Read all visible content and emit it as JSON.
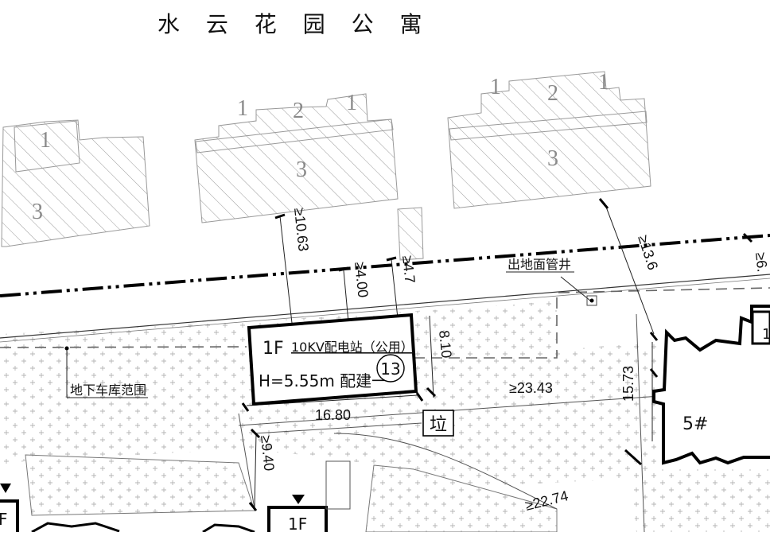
{
  "title": "水 云 花 园 公 寓",
  "station": {
    "floor": "1F",
    "name": "10KV配电站（公用）",
    "height": "H=5.55m 配建一",
    "number": "13"
  },
  "labels": {
    "pipe_well": "出地面管井",
    "garage_range": "地下车库范围",
    "trash": "垃",
    "building_5": "5#",
    "floor_bottom": "1F",
    "floor_left": "F"
  },
  "dimensions": {
    "d_10_63": "≥10.63",
    "d_4_00": "≥4.00",
    "d_4_7": "≥4.7",
    "d_8_10": "8.10",
    "d_16_80": "16.80",
    "d_23_43": "≥23.43",
    "d_15_73": "15.73",
    "d_13_6": "≥13.6",
    "d_9_40": "≥9.40",
    "d_22_74": "≥22.74",
    "d_6": "≥6."
  },
  "ghost_numbers": {
    "b1_top": "1",
    "b1_mid": "3",
    "b2_a": "1",
    "b2_b": "2",
    "b2_c": "1",
    "b2_mid": "3",
    "b3_a": "1",
    "b3_b": "2",
    "b3_c": "1",
    "b3_mid": "3"
  }
}
